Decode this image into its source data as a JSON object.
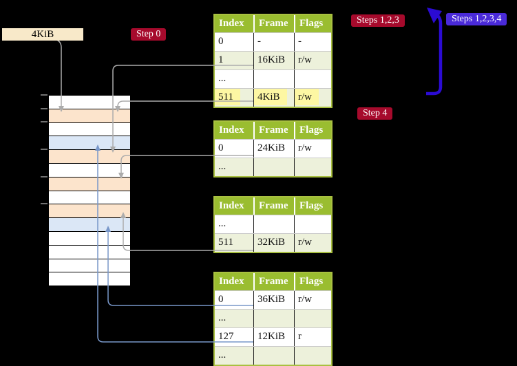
{
  "title": "Recursive page table translation diagram",
  "colors": {
    "background": "#000000",
    "badge_red": "#a60a2c",
    "badge_blue": "#4a2ad9",
    "recursive_arrow_blue": "#2b0bd3",
    "label_bg": "#f8e9c9",
    "table_header_green": "#9abd30",
    "table_border_green": "#a9c041",
    "table_row_tint": "#edf1db",
    "highlight_yellow": "#fdf7a3",
    "frame_white": "#ffffff",
    "frame_page_table": "#fce4cc",
    "frame_mapped": "#dbe7f6",
    "connector_gray": "#acacac",
    "connector_blue": "#7897c9"
  },
  "label_4kib": "4KiB",
  "badges": {
    "step0": "Step 0",
    "steps123": "Steps 1,2,3",
    "steps1234": "Steps 1,2,3,4",
    "step4": "Step 4"
  },
  "memory": {
    "rows": [
      {
        "type": "frame_white"
      },
      {
        "type": "frame_page_table"
      },
      {
        "type": "frame_white"
      },
      {
        "type": "frame_mapped"
      },
      {
        "type": "frame_page_table"
      },
      {
        "type": "frame_white"
      },
      {
        "type": "frame_page_table"
      },
      {
        "type": "frame_white"
      },
      {
        "type": "frame_page_table"
      },
      {
        "type": "frame_mapped"
      },
      {
        "type": "frame_white"
      },
      {
        "type": "frame_white"
      },
      {
        "type": "frame_white"
      },
      {
        "type": "frame_white"
      }
    ]
  },
  "tables": [
    {
      "headers": [
        "Index",
        "Frame",
        "Flags"
      ],
      "rows": [
        {
          "cells": [
            "0",
            "-",
            "-"
          ]
        },
        {
          "cells": [
            "1",
            "16KiB",
            "r/w"
          ]
        },
        {
          "cells": [
            "...",
            "",
            ""
          ]
        },
        {
          "cells": [
            "511",
            "4KiB",
            "r/w"
          ],
          "highlight": true
        }
      ]
    },
    {
      "headers": [
        "Index",
        "Frame",
        "Flags"
      ],
      "rows": [
        {
          "cells": [
            "0",
            "24KiB",
            "r/w"
          ]
        },
        {
          "cells": [
            "...",
            "",
            ""
          ]
        }
      ]
    },
    {
      "headers": [
        "Index",
        "Frame",
        "Flags"
      ],
      "rows": [
        {
          "cells": [
            "...",
            "",
            ""
          ]
        },
        {
          "cells": [
            "511",
            "32KiB",
            "r/w"
          ]
        }
      ]
    },
    {
      "headers": [
        "Index",
        "Frame",
        "Flags"
      ],
      "rows": [
        {
          "cells": [
            "0",
            "36KiB",
            "r/w"
          ]
        },
        {
          "cells": [
            "...",
            "",
            ""
          ]
        },
        {
          "cells": [
            "127",
            "12KiB",
            "r"
          ]
        },
        {
          "cells": [
            "...",
            "",
            ""
          ]
        }
      ]
    }
  ]
}
